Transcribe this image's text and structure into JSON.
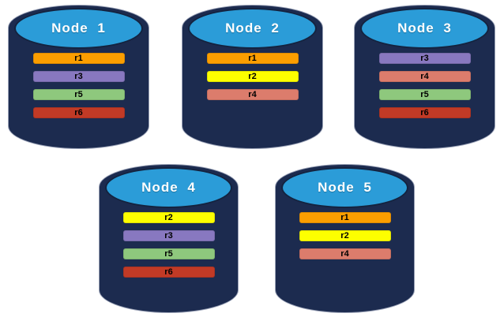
{
  "colors": {
    "cylinder_body": "#1C2B4F",
    "cylinder_top": "#2B9CD8",
    "replica_palette": {
      "r1": "#FB9E00",
      "r2": "#FDFF00",
      "r3": "#8878C0",
      "r4": "#DC7C6C",
      "r5": "#8EC87D",
      "r6": "#C13A26"
    }
  },
  "nodes": [
    {
      "label": "Node 1",
      "replicas": [
        {
          "label": "r1",
          "color": "#FB9E00"
        },
        {
          "label": "r3",
          "color": "#8878C0"
        },
        {
          "label": "r5",
          "color": "#8EC87D"
        },
        {
          "label": "r6",
          "color": "#C13A26"
        }
      ]
    },
    {
      "label": "Node 2",
      "replicas": [
        {
          "label": "r1",
          "color": "#FB9E00"
        },
        {
          "label": "r2",
          "color": "#FDFF00"
        },
        {
          "label": "r4",
          "color": "#DC7C6C"
        }
      ]
    },
    {
      "label": "Node 3",
      "replicas": [
        {
          "label": "r3",
          "color": "#8878C0"
        },
        {
          "label": "r4",
          "color": "#DC7C6C"
        },
        {
          "label": "r5",
          "color": "#8EC87D"
        },
        {
          "label": "r6",
          "color": "#C13A26"
        }
      ]
    },
    {
      "label": "Node 4",
      "replicas": [
        {
          "label": "r2",
          "color": "#FDFF00"
        },
        {
          "label": "r3",
          "color": "#8878C0"
        },
        {
          "label": "r5",
          "color": "#8EC87D"
        },
        {
          "label": "r6",
          "color": "#C13A26"
        }
      ]
    },
    {
      "label": "Node 5",
      "replicas": [
        {
          "label": "r1",
          "color": "#FB9E00"
        },
        {
          "label": "r2",
          "color": "#FDFF00"
        },
        {
          "label": "r4",
          "color": "#DC7C6C"
        }
      ]
    }
  ]
}
